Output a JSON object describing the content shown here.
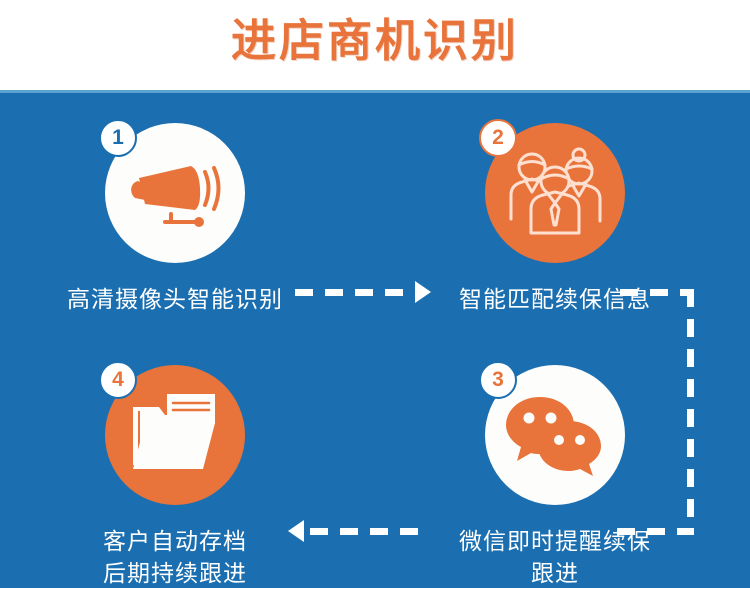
{
  "header": {
    "title": "进店商机识别",
    "title_color": "#e8743b"
  },
  "theme": {
    "background_blue": "#1b6fb0",
    "accent_orange": "#e8743b",
    "white": "#ffffff",
    "rule_blue": "#5ba3d0"
  },
  "steps": [
    {
      "number": "1",
      "icon": "cctv-camera-icon",
      "circle_style": "white",
      "badge_ring": "blue",
      "label_line1": "高清摄像头智能识别",
      "label_line2": ""
    },
    {
      "number": "2",
      "icon": "people-group-icon",
      "circle_style": "orange",
      "badge_ring": "orange",
      "label_line1": "智能匹配续保信息",
      "label_line2": ""
    },
    {
      "number": "3",
      "icon": "wechat-bubbles-icon",
      "circle_style": "white",
      "badge_ring": "blue",
      "label_line1": "微信即时提醒续保",
      "label_line2": "跟进"
    },
    {
      "number": "4",
      "icon": "folder-archive-icon",
      "circle_style": "orange",
      "badge_ring": "blue",
      "label_line1": "客户自动存档",
      "label_line2": "后期持续跟进"
    }
  ],
  "connectors": [
    {
      "name": "step1-to-step2",
      "direction": "right",
      "style": "dashed"
    },
    {
      "name": "step2-to-step3",
      "direction": "down-left",
      "style": "dashed"
    },
    {
      "name": "step3-to-step4",
      "direction": "left",
      "style": "dashed"
    }
  ]
}
